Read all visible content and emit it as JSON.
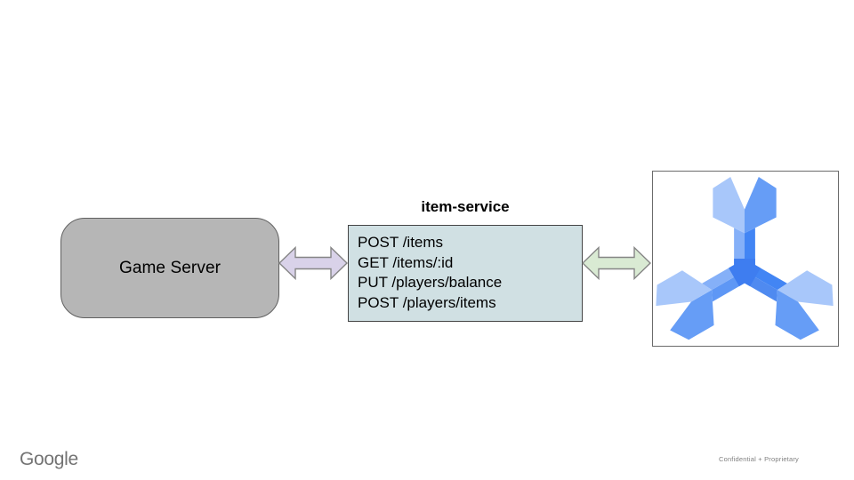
{
  "diagram": {
    "game_server": {
      "label": "Game Server",
      "fill": "#b6b6b6",
      "border_color": "#606060"
    },
    "item_service": {
      "title": "item-service",
      "fill": "#d0e0e3",
      "border_color": "#454545",
      "endpoints": [
        "POST /items",
        "GET /items/:id",
        "PUT /players/balance",
        "POST /players/items"
      ]
    },
    "spanner_node": {
      "icon": "cloud-spanner-icon",
      "colors": {
        "light": "#a8c7fa",
        "medium": "#669df6",
        "medium_soft": "#85b0f8",
        "dark": "#4285f4",
        "deep": "#3e7df0"
      },
      "border_color": "#6b6b6b"
    },
    "connectors": [
      {
        "name": "game-server-to-item-service",
        "type": "double-arrow",
        "fill": "#d9d2e9",
        "stroke": "#858585"
      },
      {
        "name": "item-service-to-spanner",
        "type": "double-arrow",
        "fill": "#d9ead3",
        "stroke": "#858585"
      }
    ]
  },
  "footer": {
    "brand": "Google",
    "note": "Confidential + Proprietary"
  }
}
